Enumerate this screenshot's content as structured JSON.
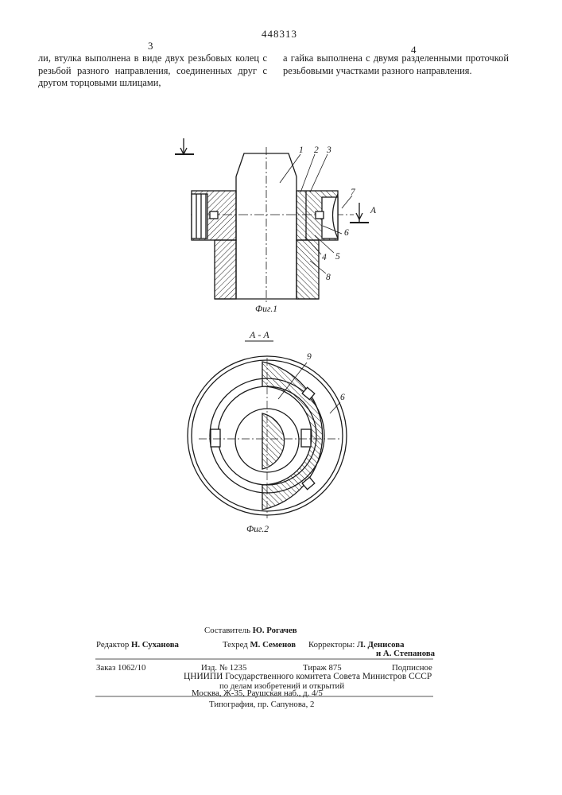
{
  "header": {
    "patent_number": "448313",
    "col_left_number": "3",
    "col_right_number": "4"
  },
  "text": {
    "left": "ли, втулка выполнена в виде двух резьбовых колец с резьбой разного направления, соединенных друг с другом торцовыми шлицами,",
    "right": "а гайка выполнена с двумя разделенными проточкой резьбовыми участками разного направления."
  },
  "figure1": {
    "caption": "Фиг.1",
    "section_mark": "А",
    "labels": [
      "1",
      "2",
      "3",
      "7",
      "6",
      "5",
      "4",
      "8"
    ]
  },
  "figure2": {
    "section_title": "А - А",
    "caption": "Фиг.2",
    "labels": [
      "9",
      "6"
    ]
  },
  "imprint": {
    "compiler_label": "Составитель",
    "compiler": "Ю. Рогачев",
    "editor_label": "Редактор",
    "editor": "Н. Суханова",
    "techred_label": "Техред",
    "techred": "М. Семенов",
    "correctors_label": "Корректоры:",
    "corrector_1": "Л. Денисова",
    "corrector_2": "и А. Степанова",
    "order": "Заказ 1062/10",
    "edition": "Изд. № 1235",
    "print_run": "Тираж 875",
    "subscription": "Подписное",
    "org_line_1": "ЦНИИПИ Государственного комитета Совета Министров СССР",
    "org_line_2": "по делам изобретений и открытий",
    "org_line_3": "Москва, Ж-35, Раушская наб., д. 4/5",
    "printing": "Типография, пр. Сапунова, 2"
  }
}
